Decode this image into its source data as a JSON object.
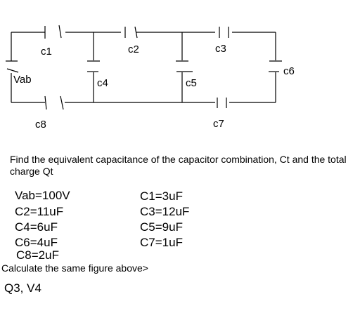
{
  "circuit": {
    "labels": {
      "c1": "c1",
      "c2": "c2",
      "c3": "c3",
      "c4": "c4",
      "c5": "c5",
      "c6": "c6",
      "c7": "c7",
      "c8": "c8",
      "vab": "Vab"
    }
  },
  "question": "Find the equivalent capacitance of the capacitor combination, Ct and the total charge Qt",
  "values": {
    "vab": "Vab=100V",
    "c1": "C1=3uF",
    "c2": "C2=11uF",
    "c3": "C3=12uF",
    "c4": "C4=6uF",
    "c5": "C5=9uF",
    "c6": "C6=4uF",
    "c7": "C7=1uF",
    "c8": "C8=2uF"
  },
  "note": "Calculate the same figure above>",
  "bottom_text": "Q3, V4"
}
